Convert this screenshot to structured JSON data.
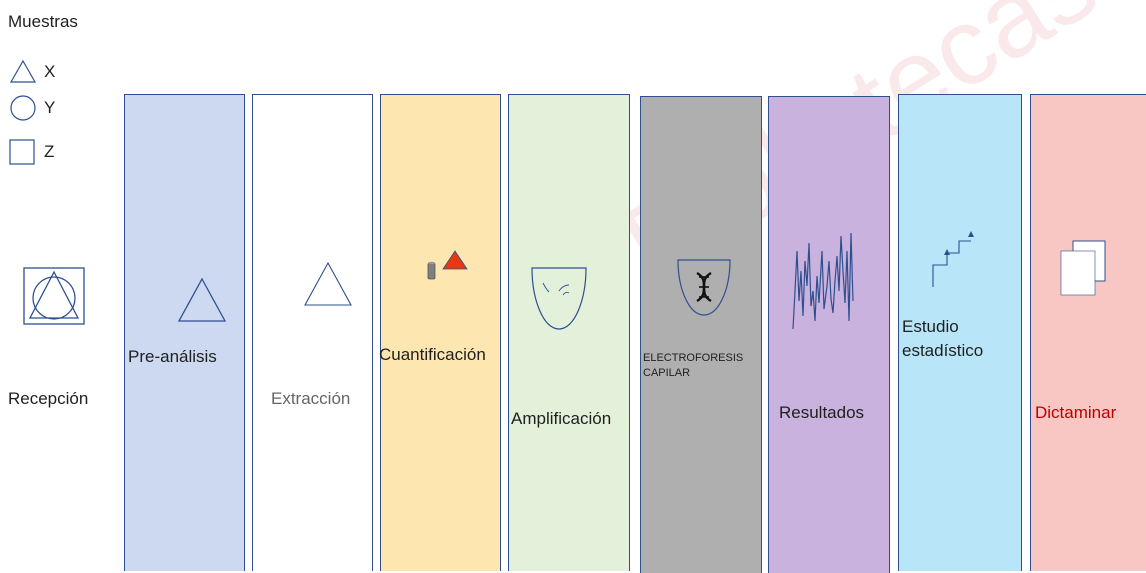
{
  "legend": {
    "title": "Muestras",
    "items": [
      {
        "shape": "triangle-icon",
        "label": "X"
      },
      {
        "shape": "circle-icon",
        "label": "Y"
      },
      {
        "shape": "square-icon",
        "label": "Z"
      }
    ]
  },
  "reception": {
    "label": "Recepción",
    "icon": "reception-combined-shape-icon"
  },
  "stages": [
    {
      "label": "Pre-análisis",
      "color": "#cdd9f0",
      "icon": "triangle-icon"
    },
    {
      "label": "Extracción",
      "color": "#ffffff",
      "icon": "triangle-icon"
    },
    {
      "label": "Cuantificación",
      "color": "#fde6b0",
      "icon": "tube-and-triangle-icon"
    },
    {
      "label": "Amplificación",
      "color": "#e4f1da",
      "icon": "pcr-tube-icon"
    },
    {
      "label": "ELECTROFORESIS CAPILAR",
      "color": "#b0afaf",
      "icon": "dna-capillary-icon"
    },
    {
      "label": "Resultados",
      "color": "#c9b2de",
      "icon": "electropherogram-icon"
    },
    {
      "label": "Estudio estadístico",
      "color": "#b8e6f8",
      "icon": "stairs-chart-icon"
    },
    {
      "label": "Dictaminar",
      "color": "#f8c6c3",
      "icon": "documents-icon"
    }
  ],
  "watermark": "Bibliotecas UAM"
}
